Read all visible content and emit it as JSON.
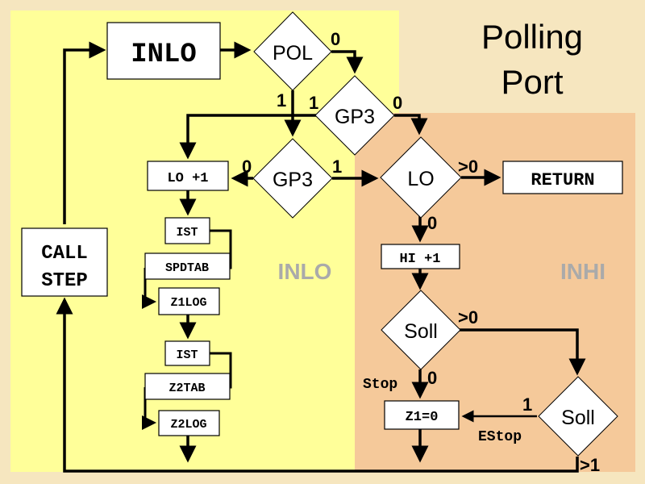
{
  "title": {
    "line1": "Polling",
    "line2": "Port"
  },
  "regions": {
    "inlo": "INLO",
    "inhi": "INHI"
  },
  "colors": {
    "background": "#f6e6bf",
    "inlo_region": "#ffff99",
    "inhi_region": "#f5c99a",
    "region_label": "#aaaaaa"
  },
  "boxes": {
    "inlo": "INLO",
    "lo_plus1": "LO +1",
    "ist1": "IST",
    "spdtab": "SPDTAB",
    "z1log": "Z1LOG",
    "ist2": "IST",
    "z2tab": "Z2TAB",
    "z2log": "Z2LOG",
    "call_step_1": "CALL",
    "call_step_2": "STEP",
    "return": "RETURN",
    "hi_plus1": "HI +1",
    "z1_zero": "Z1=0"
  },
  "decisions": {
    "pol": "POL",
    "gp3_upper": "GP3",
    "gp3_lower": "GP3",
    "lo": "LO",
    "soll_1": "Soll",
    "soll_2": "Soll"
  },
  "edge_labels": {
    "pol_0": "0",
    "pol_1": "1",
    "gp3u_1": "1",
    "gp3u_0": "0",
    "gp3l_0": "0",
    "gp3l_1": "1",
    "lo_gt0": ">0",
    "lo_0": "0",
    "soll1_gt0": ">0",
    "soll1_0": "0",
    "stop": "Stop",
    "soll2_1": "1",
    "estop": "EStop",
    "soll2_gt1": ">1"
  }
}
